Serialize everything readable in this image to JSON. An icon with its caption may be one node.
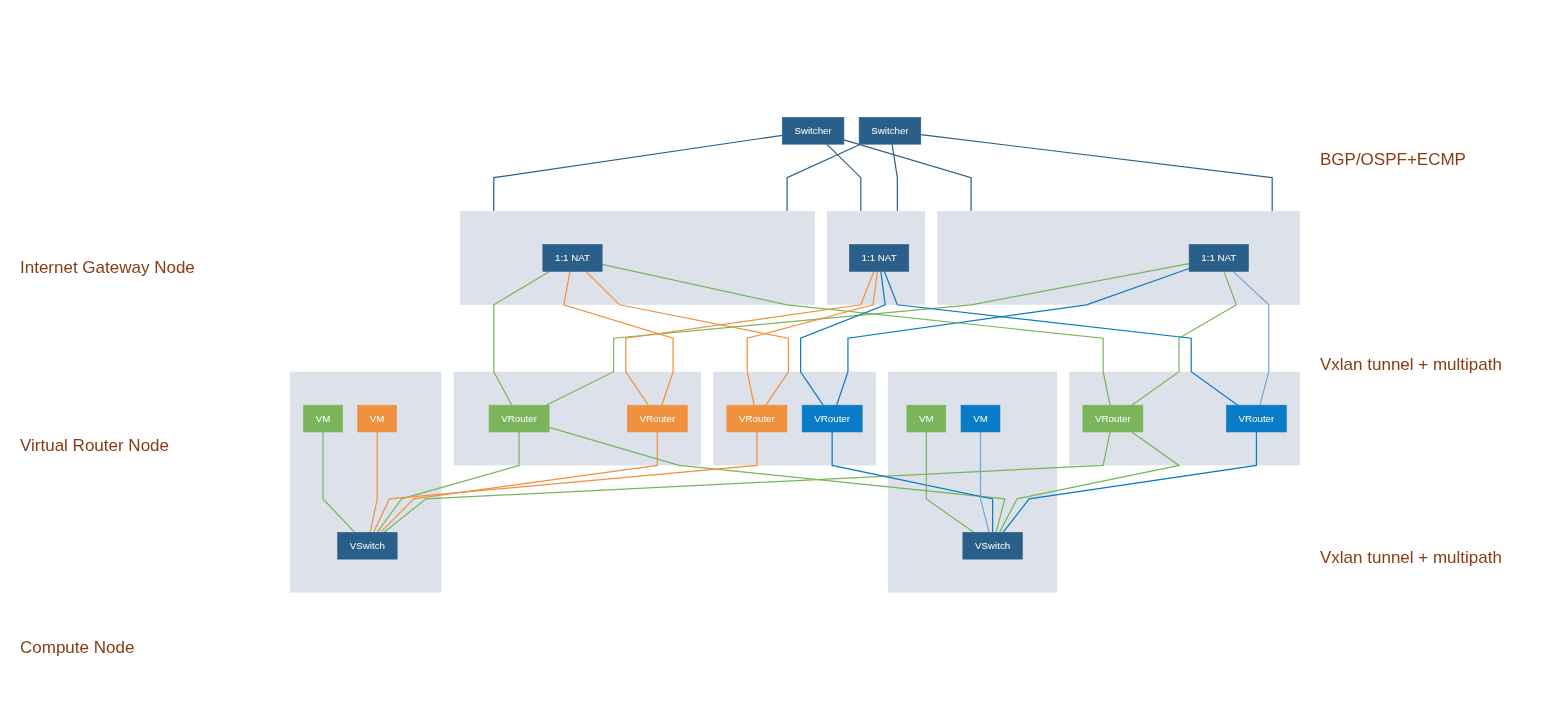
{
  "diagram": {
    "nodes": [
      {
        "text": [
          "Switcher"
        ]
      },
      {
        "text": [
          "Switcher"
        ]
      },
      {
        "text": [],
        "shape": "box"
      },
      {
        "text": [
          "1:1 NAT"
        ],
        "in": 2
      },
      {
        "text": [],
        "shape": "box"
      },
      {
        "text": [
          "1:1 NAT"
        ],
        "in": 4
      },
      {
        "text": [],
        "shape": "box"
      },
      {
        "text": [
          "1:1 NAT"
        ],
        "in": 6
      },
      {
        "text": [],
        "shape": "box"
      },
      {
        "text": [
          "VRouter"
        ],
        "in": 8
      },
      {
        "text": [
          "VRouter"
        ],
        "in": 8
      },
      {
        "text": [],
        "shape": "box"
      },
      {
        "text": [
          "VRouter"
        ],
        "in": 11
      },
      {
        "text": [
          "VRouter"
        ],
        "in": 11
      },
      {
        "text": [],
        "shape": "box"
      },
      {
        "text": [
          "VRouter"
        ],
        "in": 14
      },
      {
        "text": [
          "VRouter"
        ],
        "in": 14
      },
      {
        "text": [],
        "shape": "box"
      },
      {
        "text": [
          "VM"
        ],
        "in": 17
      },
      {
        "text": [
          "VM"
        ],
        "in": 17
      },
      {
        "text": [
          "VSwitch"
        ],
        "in": 17
      },
      {
        "text": [],
        "shape": "box"
      },
      {
        "text": [
          "VM"
        ],
        "in": 21
      },
      {
        "text": [
          "VM"
        ],
        "in": 21
      },
      {
        "text": [
          "VSwitch"
        ],
        "in": 21
      }
    ],
    "edges": [
      {
        "from": 0,
        "to": 2,
        "arrow": "none",
        "color": "#2a5f8a"
      },
      {
        "from": 0,
        "to": 4,
        "arrow": "none",
        "color": "#2a5f8a"
      },
      {
        "from": 0,
        "to": 6,
        "arrow": "none",
        "color": "#2a5f8a"
      },
      {
        "from": 1,
        "to": 2,
        "arrow": "none",
        "color": "#2a5f8a"
      },
      {
        "from": 1,
        "to": 4,
        "arrow": "none",
        "color": "#2a5f8a"
      },
      {
        "from": 1,
        "to": 6,
        "arrow": "none",
        "color": "#2a5f8a"
      },
      {
        "from": 3,
        "to": 9,
        "arrow": "none",
        "color": "#6fa8dc"
      },
      {
        "from": 3,
        "to": 10,
        "arrow": "none"
      },
      {
        "from": 3,
        "to": 13,
        "arrow": "none"
      },
      {
        "from": 3,
        "to": 15,
        "arrow": "none",
        "color": "#0a7bc6"
      },
      {
        "from": 5,
        "to": 10,
        "arrow": "none"
      },
      {
        "from": 5,
        "to": 12,
        "arrow": "none",
        "color": "#f0913e"
      },
      {
        "from": 5,
        "to": 13,
        "arrow": "none"
      },
      {
        "from": 5,
        "to": 16,
        "arrow": "none",
        "color": "#f0913e"
      },
      {
        "from": 7,
        "to": 9,
        "arrow": "none",
        "color": "#0a7bc6"
      },
      {
        "from": 7,
        "to": 12,
        "arrow": "none",
        "color": "#f0913e"
      },
      {
        "from": 7,
        "to": 15,
        "arrow": "none",
        "color": "#0a7bc6"
      },
      {
        "from": 7,
        "to": 16,
        "arrow": "none",
        "color": "#f0913e"
      },
      {
        "from": 9,
        "to": 20,
        "arrow": "none",
        "color": "#0a7bc6"
      },
      {
        "from": 10,
        "to": 20,
        "arrow": "none"
      },
      {
        "from": 10,
        "to": 24,
        "arrow": "none"
      },
      {
        "from": 12,
        "to": 24,
        "arrow": "none",
        "color": "#f0913e"
      },
      {
        "from": 13,
        "to": 20,
        "arrow": "none"
      },
      {
        "from": 13,
        "to": 24,
        "arrow": "none"
      },
      {
        "from": 15,
        "to": 20,
        "arrow": "none",
        "color": "#0a7bc6"
      },
      {
        "from": 16,
        "to": 24,
        "arrow": "none",
        "color": "#f0913e"
      },
      {
        "from": 18,
        "to": 20,
        "arrow": "none",
        "color": "#6fa8dc"
      },
      {
        "from": 19,
        "to": 20,
        "arrow": "none"
      },
      {
        "from": 22,
        "to": 24,
        "arrow": "none",
        "color": "#f0913e"
      },
      {
        "from": 23,
        "to": 24,
        "arrow": "none"
      }
    ],
    "labels": [
      "BGP/OSPF+ECMP",
      "Internet Gateway Node",
      "Vxlan tunnel + multipath",
      "Virtual Router Node",
      "Vxlan tunnel + multipath",
      "Compute Node"
    ]
  }
}
